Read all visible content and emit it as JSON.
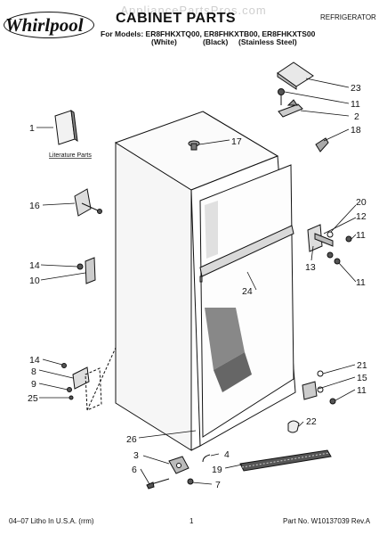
{
  "watermark": "AppliancePartsPros.com",
  "brand": "Whirlpool",
  "title": "CABINET PARTS",
  "appliance": "REFRIGERATOR",
  "models_line": "For Models: ER8FHKXTQ00, ER8FHKXTB00, ER8FHKXTS00",
  "variants": [
    "(White)",
    "(Black)",
    "(Stainless Steel)"
  ],
  "literature_label": "Literature Parts",
  "callouts": {
    "c1": "1",
    "c2": "2",
    "c3": "3",
    "c4": "4",
    "c6": "6",
    "c7": "7",
    "c8": "8",
    "c9": "9",
    "c10": "10",
    "c11a": "11",
    "c11b": "11",
    "c11c": "11",
    "c11d": "11",
    "c12": "12",
    "c13": "13",
    "c14a": "14",
    "c14b": "14",
    "c15": "15",
    "c16": "16",
    "c17": "17",
    "c18": "18",
    "c19": "19",
    "c20": "20",
    "c21": "21",
    "c22": "22",
    "c23": "23",
    "c24": "24",
    "c25": "25",
    "c26": "26"
  },
  "footer": {
    "left": "04–07 Litho In U.S.A. (rrm)",
    "page": "1",
    "right": "Part No. W10137039 Rev.A"
  }
}
